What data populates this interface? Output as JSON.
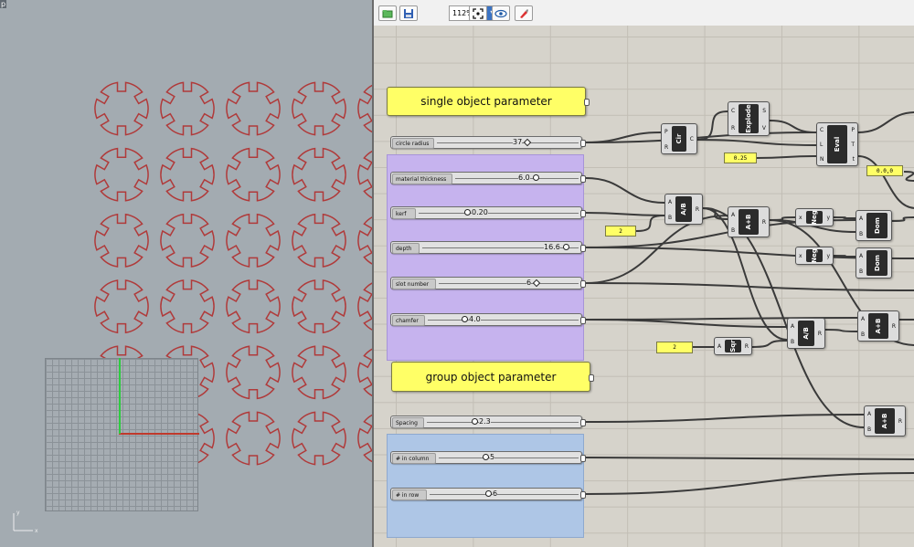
{
  "viewport": {
    "label": "p",
    "axis_x_label": "x",
    "axis_y_label": "y",
    "grid_rows": 6,
    "grid_cols": 5,
    "shape_color": "#b03a3a"
  },
  "toolbar": {
    "zoom": "112%",
    "buttons": [
      "open-icon",
      "save-icon",
      "zoom-fit-icon",
      "eye-icon",
      "paint-brush-icon"
    ]
  },
  "groups": {
    "single": {
      "title": "single object parameter"
    },
    "multi": {
      "title": "group object parameter"
    }
  },
  "sliders": [
    {
      "id": "circle-radius",
      "label": "circle radius",
      "value": "37"
    },
    {
      "id": "material-thickness",
      "label": "material thickness",
      "value": "6.0"
    },
    {
      "id": "kerf",
      "label": "kerf",
      "value": "0.20"
    },
    {
      "id": "depth",
      "label": "depth",
      "value": "16.6"
    },
    {
      "id": "slot-number",
      "label": "slot number",
      "value": "6"
    },
    {
      "id": "chamfer",
      "label": "chamfer",
      "value": "4.0"
    },
    {
      "id": "spacing",
      "label": "Spacing",
      "value": "2.3"
    },
    {
      "id": "in-column",
      "label": "# in column",
      "value": "5"
    },
    {
      "id": "in-row",
      "label": "# in row",
      "value": "6"
    }
  ],
  "components": {
    "cir": {
      "name": "Cir",
      "in": [
        "P",
        "R"
      ],
      "out": [
        "C"
      ]
    },
    "explode": {
      "name": "Explode",
      "in": [
        "C",
        "R"
      ],
      "out": [
        "S",
        "V"
      ]
    },
    "eval": {
      "name": "Eval",
      "in": [
        "C",
        "L",
        "N"
      ],
      "out": [
        "P",
        "T",
        "t"
      ]
    },
    "div1": {
      "name": "A/B",
      "in": [
        "A",
        "B"
      ],
      "out": [
        "R"
      ]
    },
    "add1": {
      "name": "A+B",
      "in": [
        "A",
        "B"
      ],
      "out": [
        "R"
      ]
    },
    "neg1": {
      "name": "Neg",
      "in": [
        "x"
      ],
      "out": [
        "y"
      ]
    },
    "neg2": {
      "name": "Neg",
      "in": [
        "x"
      ],
      "out": [
        "y"
      ]
    },
    "dom1": {
      "name": "Dom",
      "in": [
        "A",
        "B"
      ],
      "out": []
    },
    "dom2": {
      "name": "Dom",
      "in": [
        "A",
        "B"
      ],
      "out": []
    },
    "div2": {
      "name": "A/B",
      "in": [
        "A",
        "B"
      ],
      "out": [
        "R"
      ]
    },
    "add2": {
      "name": "A+B",
      "in": [
        "A",
        "B"
      ],
      "out": [
        "R"
      ]
    },
    "sqr": {
      "name": "Sqr",
      "in": [
        "A"
      ],
      "out": [
        "R"
      ]
    },
    "add3": {
      "name": "A+B",
      "in": [
        "A",
        "B"
      ],
      "out": [
        "R"
      ]
    }
  },
  "panels": {
    "p025": "0.25",
    "p000": "0.0,0",
    "p2a": "2",
    "p2b": "2"
  }
}
